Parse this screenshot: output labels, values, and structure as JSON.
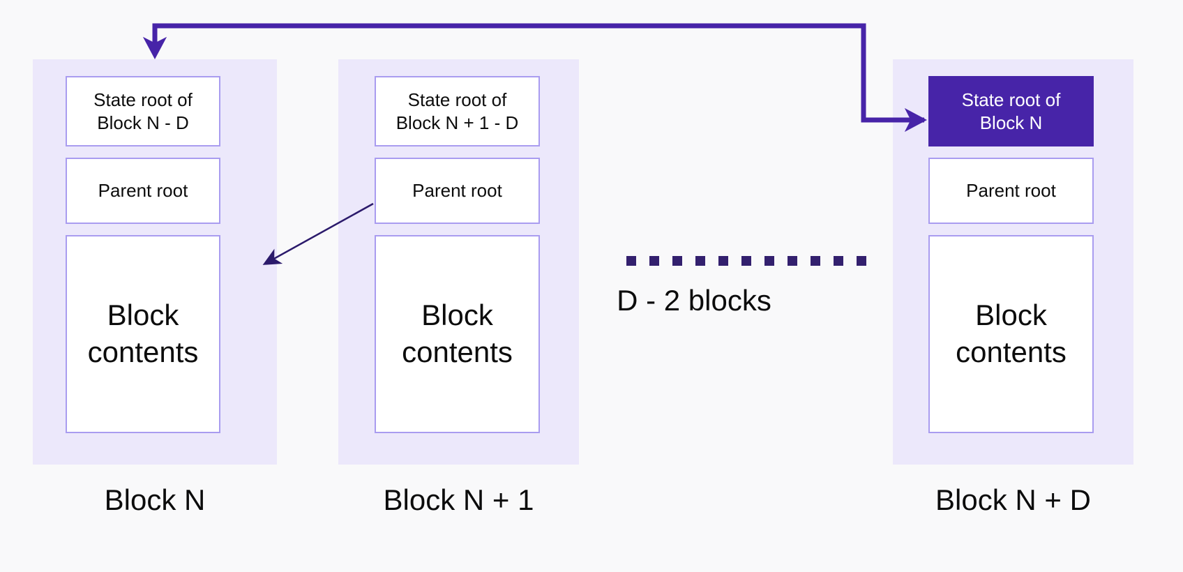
{
  "diagram": {
    "title": "Blockchain deferred state root diagram",
    "background_color": "#f9f9fa",
    "column_color": "#ece8fb",
    "box_border_color": "#a99cf0",
    "highlight_color": "#4724a8",
    "arrow_color": "#4724a8",
    "thin_arrow_color": "#2b1a6b",
    "dot_color": "#33206e"
  },
  "columns": [
    {
      "label": "Block N",
      "state_root": "State root of\nBlock N - D",
      "parent_root": "Parent root",
      "block_contents": "Block\ncontents",
      "highlighted": false
    },
    {
      "label": "Block N + 1",
      "state_root": "State root of\nBlock N + 1 - D",
      "parent_root": "Parent root",
      "block_contents": "Block\ncontents",
      "highlighted": false
    },
    {
      "label": "Block N + D",
      "state_root": "State root of\nBlock N",
      "parent_root": "Parent root",
      "block_contents": "Block\ncontents",
      "highlighted": true
    }
  ],
  "gap": {
    "label": "D - 2 blocks",
    "dot_count": 11
  }
}
